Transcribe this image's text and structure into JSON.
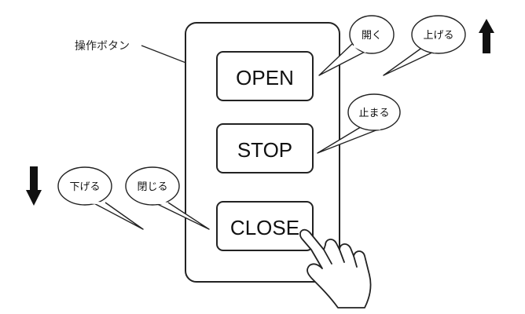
{
  "panel_label": "操作ボタン",
  "buttons": {
    "open": "OPEN",
    "stop": "STOP",
    "close": "CLOSE"
  },
  "bubbles": {
    "open": "開く",
    "up": "上げる",
    "stop": "止まる",
    "close": "閉じる",
    "down": "下げる"
  },
  "arrows": {
    "up": "up-arrow-icon",
    "down": "down-arrow-icon"
  },
  "hand": "pointing-hand-icon"
}
